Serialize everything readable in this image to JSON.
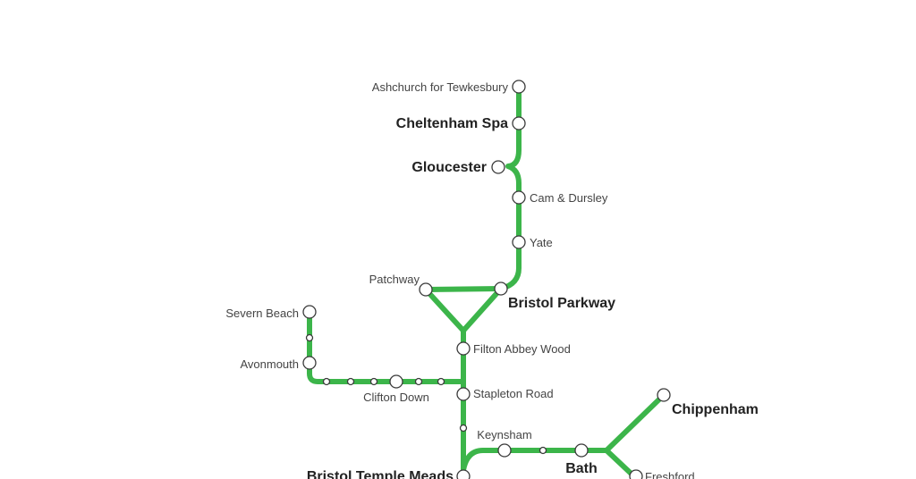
{
  "map": {
    "line_color": "#3cb54a",
    "stations": {
      "ashchurch": "Ashchurch for Tewkesbury",
      "cheltenham": "Cheltenham Spa",
      "gloucester": "Gloucester",
      "cam_dursley": "Cam & Dursley",
      "yate": "Yate",
      "patchway": "Patchway",
      "bristol_parkway": "Bristol Parkway",
      "severn_beach": "Severn Beach",
      "avonmouth": "Avonmouth",
      "filton_abbey_wood": "Filton Abbey Wood",
      "clifton_down": "Clifton Down",
      "stapleton_road": "Stapleton Road",
      "chippenham": "Chippenham",
      "keynsham": "Keynsham",
      "bath": "Bath",
      "bristol_temple_meads": "Bristol Temple Meads",
      "freshford": "Freshford"
    }
  }
}
